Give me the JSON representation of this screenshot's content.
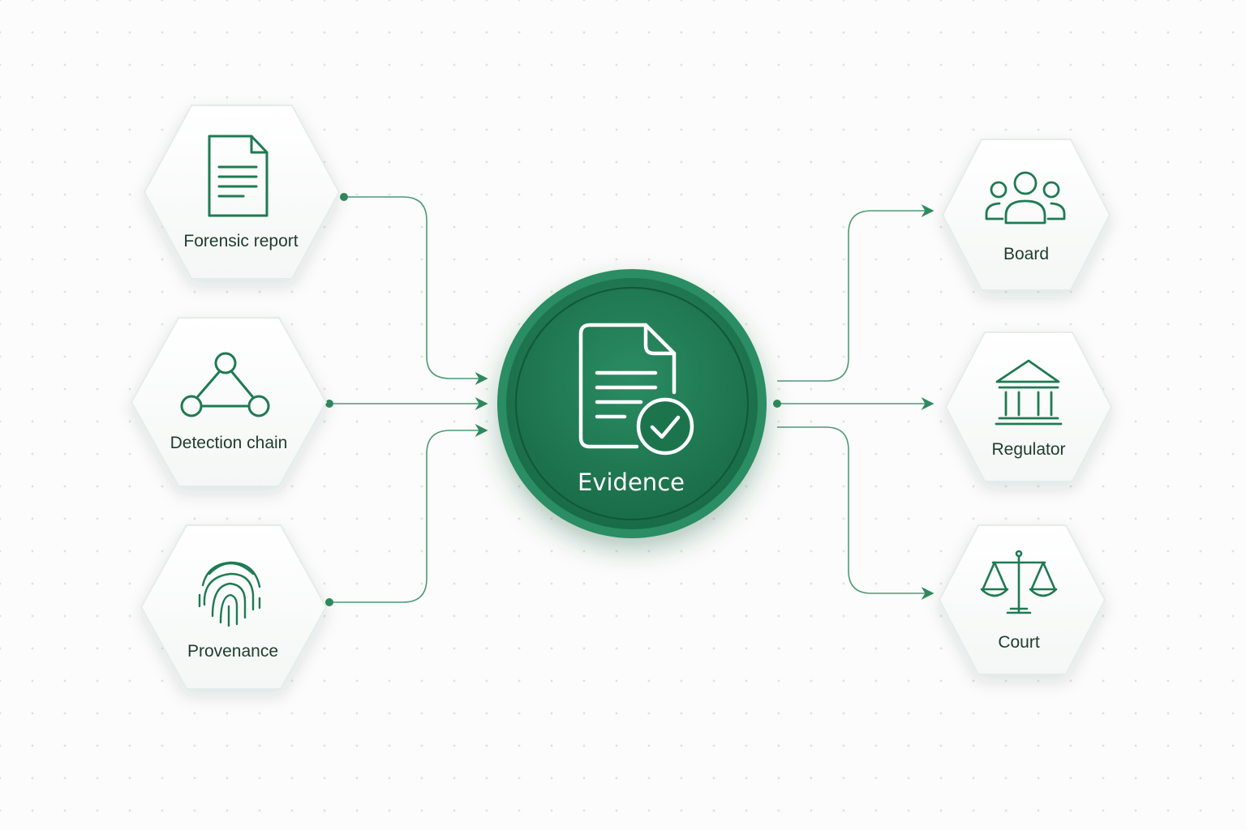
{
  "center": {
    "label": "Evidence",
    "icon": "document-check-icon",
    "color": "#1e7a52"
  },
  "inputs": [
    {
      "label": "Forensic report",
      "icon": "document-icon"
    },
    {
      "label": "Detection chain",
      "icon": "node-chain-icon"
    },
    {
      "label": "Provenance",
      "icon": "fingerprint-icon"
    }
  ],
  "outputs": [
    {
      "label": "Board",
      "icon": "people-icon"
    },
    {
      "label": "Regulator",
      "icon": "institution-icon"
    },
    {
      "label": "Court",
      "icon": "scales-icon"
    }
  ],
  "colors": {
    "accent": "#1e7a52",
    "connector": "#4f9a76",
    "node_fill": "#ffffff",
    "text": "#1f3b2e"
  }
}
